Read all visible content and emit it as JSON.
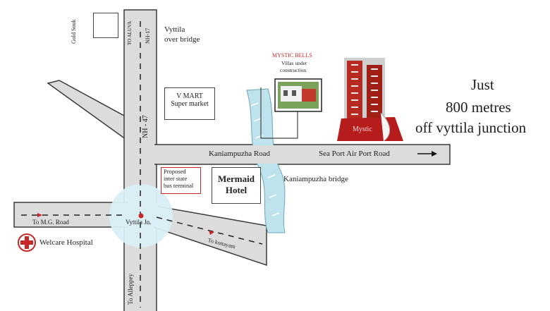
{
  "labels": {
    "gold_souk": "Gold Souk",
    "to_aluva": "TO ALUVA",
    "nh17": "NH-17",
    "vyttila_over_bridge_l1": "Vyttila",
    "vyttila_over_bridge_l2": "over bridge",
    "vmart_l1": "V MART",
    "vmart_l2": "Super market",
    "mystic_title": "MYSTIC BELLS",
    "mystic_sub_l1": "Villas under",
    "mystic_sub_l2": "construction",
    "just": "Just",
    "distance": "800 metres",
    "off_junction": "off vyttila junction",
    "nh47": "NH - 47",
    "kaniampuzha_road": "Kaniampuzha Road",
    "seaport_road": "Sea Port Air Port Road",
    "proposed_l1": "Proposed",
    "proposed_l2": "inter state",
    "proposed_l3": "bus terminal",
    "mermaid_l1": "Mermaid",
    "mermaid_l2": "Hotel",
    "kaniampuzha_bridge": "Kaniampuzha bridge",
    "to_mg_road": "To M.G. Road",
    "vyttila_jn": "Vyttila Jn.",
    "to_kottayam": "To kottayam",
    "welcare_hospital": "Welcare Hospital",
    "to_alleppey": "To Alleppey",
    "building_sign": "Mystic"
  },
  "colors": {
    "road_fill": "#dcdcdc",
    "road_edge": "#3a3a3a",
    "river": "#bfe3ec",
    "red_accent": "#c62828",
    "junction_circle": "#d9eef6"
  }
}
